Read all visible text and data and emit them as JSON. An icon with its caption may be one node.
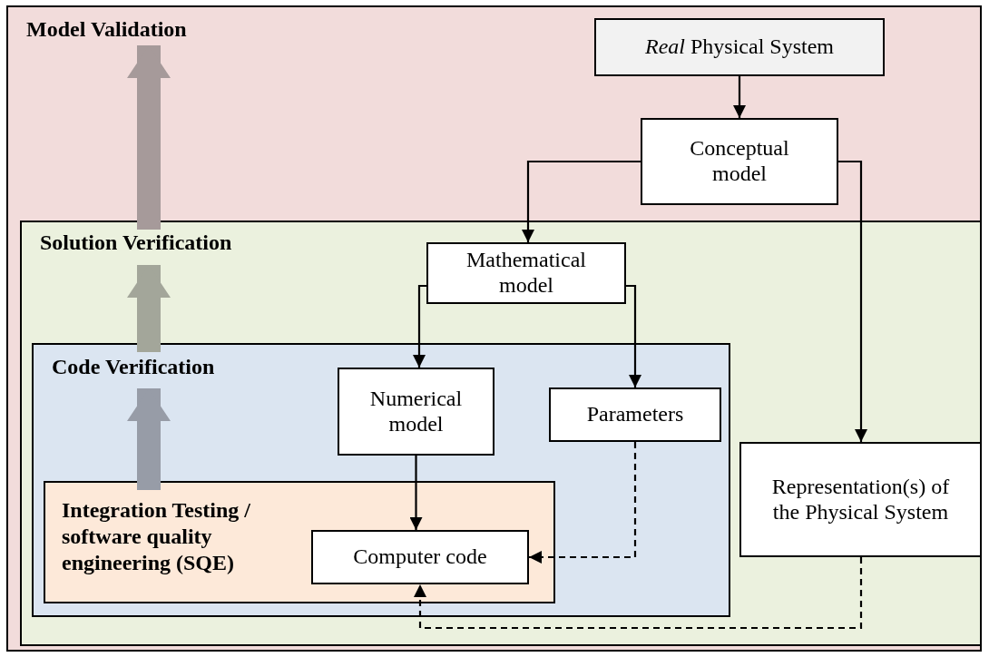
{
  "diagram": {
    "nodes": [
      {
        "text": [
          "Model Validation"
        ]
      },
      {
        "text": [
          "*Real* Physical System"
        ],
        "in": 0
      },
      {
        "text": [
          "Conceptual model"
        ],
        "in": 0
      },
      {
        "text": [
          "Solution Verification"
        ],
        "in": 0
      },
      {
        "text": [
          "Mathematical model"
        ],
        "in": 3
      },
      {
        "text": [
          "Representation(s) of the Physical System"
        ],
        "in": 3
      },
      {
        "text": [
          "Code Verification"
        ],
        "in": 3
      },
      {
        "text": [
          "Numerical model"
        ],
        "in": 6
      },
      {
        "text": [
          "Parameters"
        ],
        "in": 6
      },
      {
        "text": [
          "Integration Testing / software quality engineering (SQE)"
        ],
        "in": 6
      },
      {
        "text": [
          "Computer code"
        ],
        "in": 9
      }
    ],
    "edges": [
      {
        "from": 1,
        "to": 2,
        "arrow": "to"
      },
      {
        "from": 2,
        "to": 4,
        "arrow": "to"
      },
      {
        "from": 2,
        "to": 5,
        "arrow": "to"
      },
      {
        "from": 4,
        "to": 7,
        "arrow": "to"
      },
      {
        "from": 4,
        "to": 8,
        "arrow": "to"
      },
      {
        "from": 7,
        "to": 10,
        "arrow": "to"
      },
      {
        "from": 8,
        "to": 10,
        "arrow": "to",
        "style": "dashed"
      },
      {
        "from": 5,
        "to": 10,
        "arrow": "to",
        "style": "dashed"
      },
      {
        "from": 9,
        "to": 6,
        "arrow": "to",
        "style": "thick",
        "color": "#979ca7"
      },
      {
        "from": 6,
        "to": 3,
        "arrow": "to",
        "style": "thick",
        "color": "#a3a69a"
      },
      {
        "from": 3,
        "to": 0,
        "arrow": "to",
        "style": "thick",
        "color": "#a69a9a"
      }
    ]
  }
}
